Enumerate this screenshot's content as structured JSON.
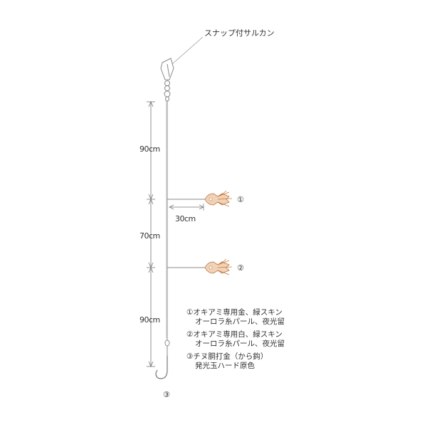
{
  "labels": {
    "snap_swivel": "スナップ付サルカン",
    "dim_top": "90cm",
    "dim_mid": "70cm",
    "dim_bottom": "90cm",
    "branch_length": "30cm",
    "marker1": "①",
    "marker2": "②",
    "marker3": "③"
  },
  "notes": [
    {
      "line1": "①オキアミ専用金、緑スキン",
      "line2": "オーロラ糸パール、夜光留"
    },
    {
      "line1": "②オキアミ専用白、緑スキン",
      "line2": "オーロラ糸パール、夜光留"
    },
    {
      "line1": "③チヌ胴打金（から鈎）",
      "line2": "発光玉ハード原色"
    }
  ],
  "colors": {
    "line": "#888888",
    "text": "#333333",
    "lure": "#cc7733"
  }
}
